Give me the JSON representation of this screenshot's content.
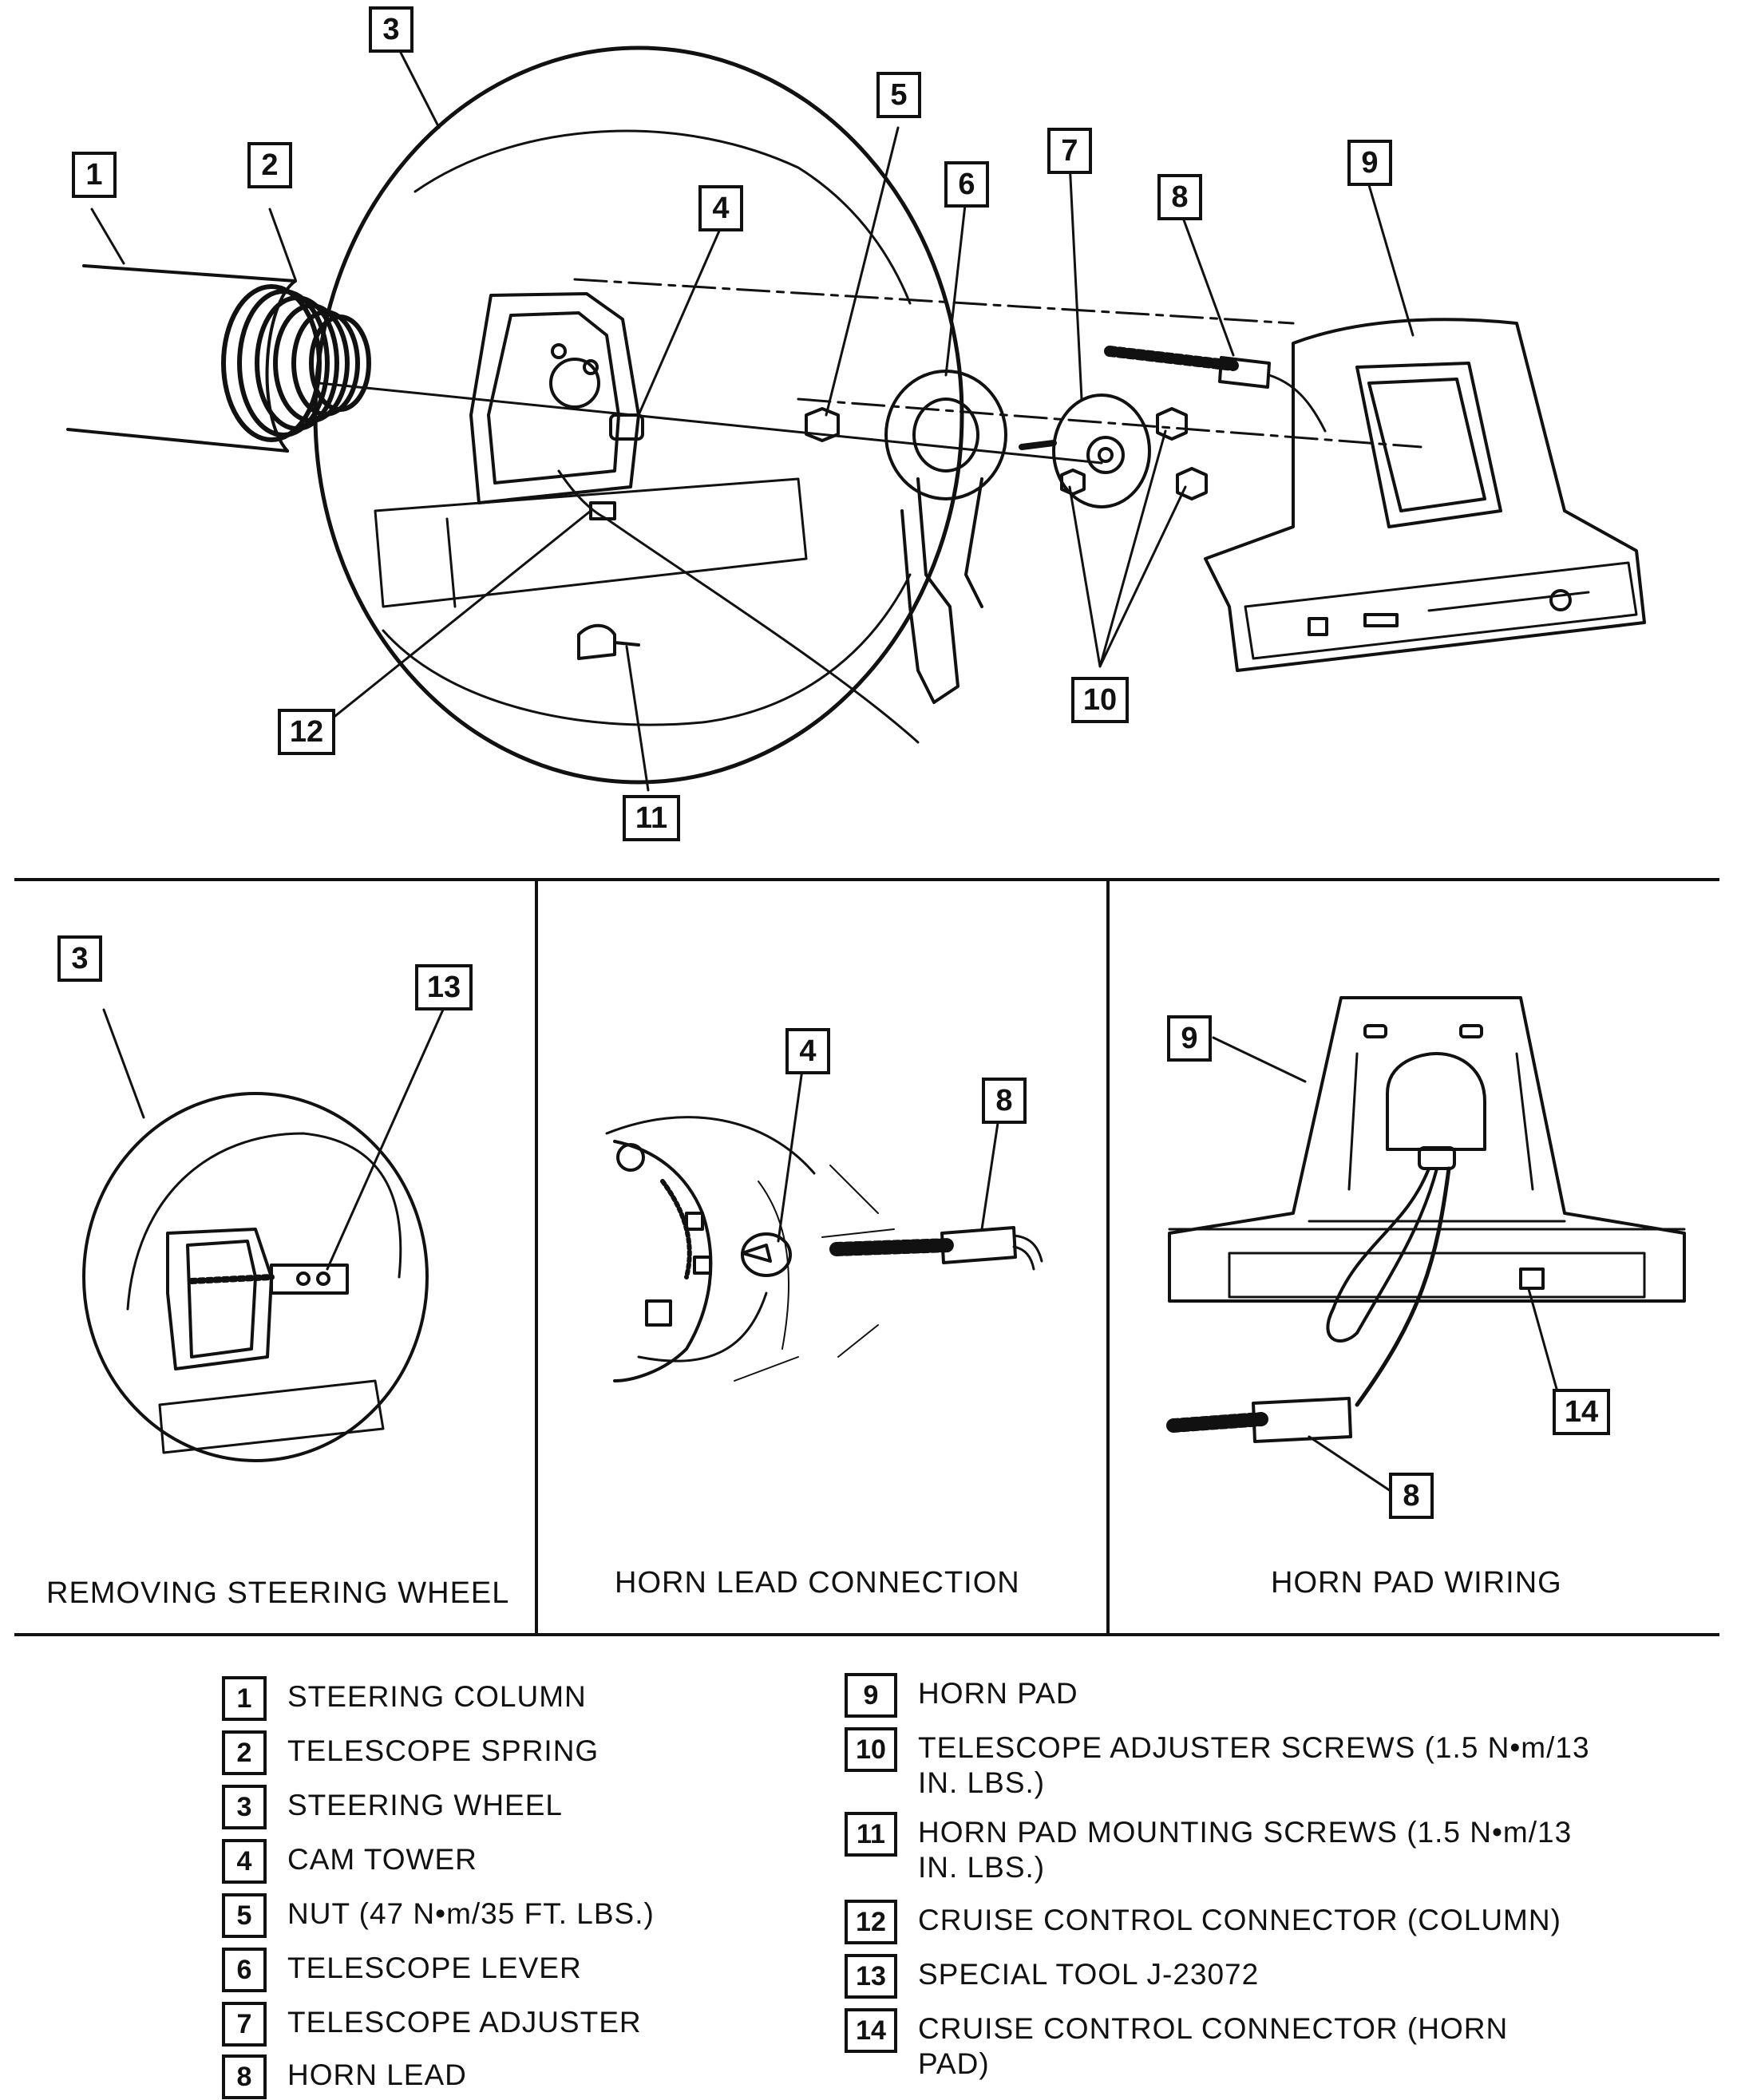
{
  "callouts": {
    "main": [
      "1",
      "2",
      "3",
      "4",
      "5",
      "6",
      "7",
      "8",
      "9",
      "10",
      "11",
      "12"
    ],
    "panel1": [
      "3",
      "13"
    ],
    "panel2": [
      "4",
      "8"
    ],
    "panel3": [
      "9",
      "14",
      "8"
    ]
  },
  "captions": {
    "panel1": "REMOVING STEERING WHEEL",
    "panel2": "HORN LEAD CONNECTION",
    "panel3": "HORN PAD WIRING"
  },
  "legend": [
    {
      "num": "1",
      "text": "STEERING COLUMN"
    },
    {
      "num": "2",
      "text": "TELESCOPE SPRING"
    },
    {
      "num": "3",
      "text": "STEERING WHEEL"
    },
    {
      "num": "4",
      "text": "CAM TOWER"
    },
    {
      "num": "5",
      "text": "NUT (47 N•m/35 FT. LBS.)"
    },
    {
      "num": "6",
      "text": "TELESCOPE LEVER"
    },
    {
      "num": "7",
      "text": "TELESCOPE ADJUSTER"
    },
    {
      "num": "8",
      "text": "HORN LEAD"
    },
    {
      "num": "9",
      "text": "HORN PAD"
    },
    {
      "num": "10",
      "text": "TELESCOPE ADJUSTER SCREWS (1.5 N•m/13\nIN. LBS.)"
    },
    {
      "num": "11",
      "text": "HORN PAD MOUNTING SCREWS (1.5 N•m/13\nIN. LBS.)"
    },
    {
      "num": "12",
      "text": "CRUISE CONTROL CONNECTOR (COLUMN)"
    },
    {
      "num": "13",
      "text": "SPECIAL TOOL J-23072"
    },
    {
      "num": "14",
      "text": "CRUISE CONTROL CONNECTOR (HORN\nPAD)"
    }
  ]
}
